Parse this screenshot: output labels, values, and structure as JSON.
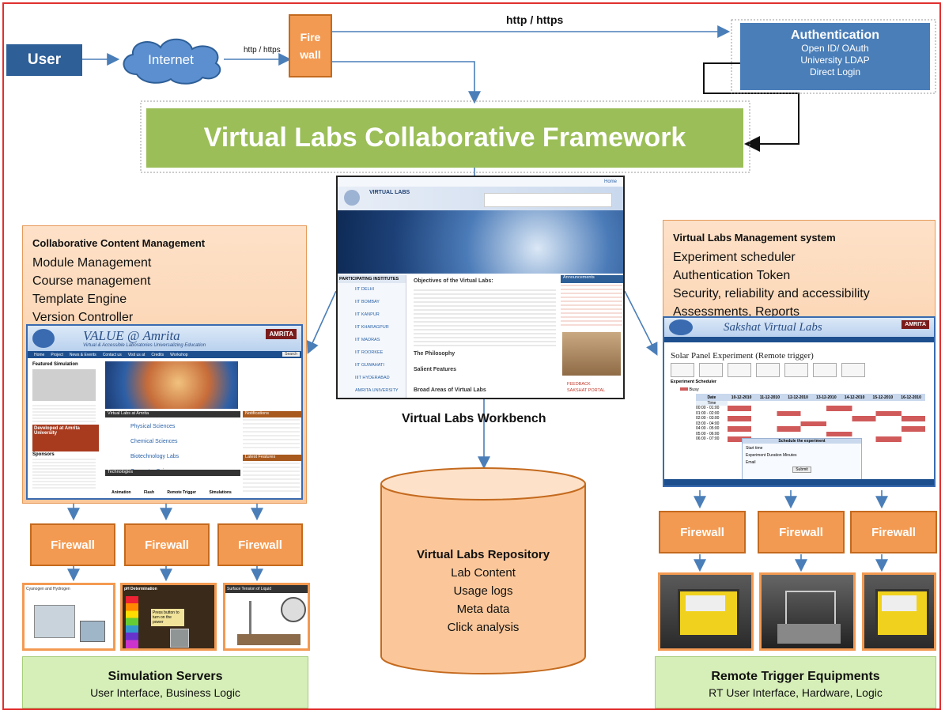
{
  "user": "User",
  "internet": "Internet",
  "firewall_top": [
    "Fire",
    "wall"
  ],
  "http_small": "http / https",
  "http_big": "http / https",
  "auth": {
    "title": "Authentication",
    "lines": [
      "Open ID/ OAuth",
      "University LDAP",
      "Direct Login"
    ]
  },
  "banner": "Virtual Labs Collaborative Framework",
  "left_panel": {
    "heading": "Collaborative Content Management",
    "items": [
      "Module Management",
      "Course management",
      "Template Engine",
      "Version Controller"
    ],
    "screenshot": {
      "brand": "VALUE @ Amrita",
      "subtitle": "Virtual & Accessible Laboratories Universalizing Education",
      "logo": "AMRITA",
      "nav": [
        "Home",
        "Project",
        "News & Events",
        "Contact us",
        "Visit us at",
        "Credits",
        "Workshop"
      ],
      "featured": "Featured Simulation",
      "section": "Virtual Labs at Amrita",
      "labs": [
        "Physical Sciences",
        "Chemical Sciences",
        "Biotechnology Labs",
        "Computer Science"
      ],
      "technologies": "Technologies",
      "tech_items": [
        "Animation",
        "Flash",
        "Remote Trigger",
        "Simulations"
      ],
      "developed": "Developed at Amrita University",
      "sponsors": "Sponsors",
      "notifications": "Notifications",
      "latest": "Latest Features",
      "search_btn": "Search"
    }
  },
  "center": {
    "caption": "Virtual Labs Workbench",
    "screenshot": {
      "title": "VIRTUAL LABS",
      "home": "Home",
      "participating": "PARTICIPATING INSTITUTES",
      "institutes": [
        "IIT DELHI",
        "IIT BOMBAY",
        "IIT KANPUR",
        "IIT KHARAGPUR",
        "IIT MADRAS",
        "IIT ROORKEE",
        "IIT GUWAHATI",
        "IIIT HYDERABAD",
        "AMRITA UNIVERSITY"
      ],
      "objectives": "Objectives of the Virtual Labs:",
      "philosophy": "The Philosophy",
      "salient": "Salient Features",
      "broad": "Broad Areas of Virtual Labs",
      "announcements": "Announcements",
      "feedback": "FEEDBACK",
      "sakshat": "SAKSHAT PORTAL"
    }
  },
  "right_panel": {
    "heading": "Virtual Labs Management system",
    "items": [
      "Experiment scheduler",
      "Authentication Token",
      "Security, reliability and accessibility",
      "Assessments, Reports"
    ],
    "screenshot": {
      "brand": "Sakshat Virtual Labs",
      "logo": "AMRITA",
      "experiment": "Solar Panel Experiment (Remote trigger)",
      "scheduler": "Experiment Scheduler",
      "busy": "Busy",
      "date_col": "Date",
      "time_col": "Time",
      "dates": [
        "10-12-2010",
        "11-12-2010",
        "12-12-2010",
        "13-12-2010",
        "14-12-2010",
        "15-12-2010",
        "16-12-2010"
      ],
      "times": [
        "00:00 - 01:00",
        "01:00 - 02:00",
        "02:00 - 03:00",
        "03:00 - 04:00",
        "04:00 - 05:00",
        "05:00 - 06:00",
        "06:00 - 07:00"
      ],
      "schedule_title": "Schedule the experiment",
      "form": [
        "Start time",
        "Experiment Duration",
        "Email"
      ],
      "minutes": "Minutes",
      "submit": "Submit"
    }
  },
  "firewalls_left": [
    "Firewall",
    "Firewall",
    "Firewall"
  ],
  "firewalls_right": [
    "Firewall",
    "Firewall",
    "Firewall"
  ],
  "repository": {
    "title": "Virtual Labs Repository",
    "items": [
      "Lab Content",
      "Usage logs",
      "Meta data",
      "Click analysis"
    ]
  },
  "sim_servers": {
    "title": "Simulation Servers",
    "subtitle": "User Interface, Business Logic"
  },
  "rt_equipments": {
    "title": "Remote Trigger Equipments",
    "subtitle": "RT User Interface, Hardware, Logic"
  },
  "sim_thumbs": [
    "Cyanogen and Hydrogen",
    "pH Determination",
    "Surface Tension of Liquid"
  ],
  "sim_thumb_note": "Press button to turn on the power",
  "colors": {
    "orange": "#f39a52",
    "blue": "#2e5f97",
    "green": "#9bbe58",
    "arrow": "#4a7eb8"
  }
}
